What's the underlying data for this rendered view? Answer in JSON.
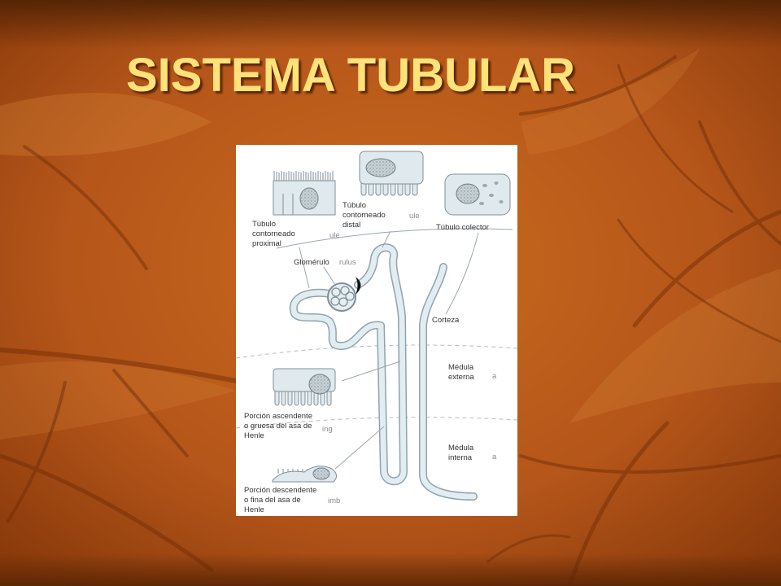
{
  "slide": {
    "title": "SISTEMA TUBULAR"
  },
  "diagram": {
    "labels": {
      "proximal": [
        "Túbulo",
        "contorneado",
        "proximal"
      ],
      "distal": [
        "Túbulo",
        "contorneado",
        "distal"
      ],
      "collector": "Túbulo colector",
      "glomerulus": "Glomérulo",
      "cortex": "Corteza",
      "outer_medulla": [
        "Médula",
        "externa"
      ],
      "inner_medulla": [
        "Médula",
        "interna"
      ],
      "thick_ascending": [
        "Porción ascendente",
        "o gruesa del asa de",
        "Henle"
      ],
      "thin_descending": [
        "Porción descendente",
        "o fina del asa de",
        "Henle"
      ]
    },
    "fragments": {
      "ule_1": "ule",
      "ule_2": "ule",
      "rulus": "rulus",
      "a_1": "a",
      "a_2": "a",
      "ing": "ing",
      "imb": "imb"
    }
  },
  "colors": {
    "title": "#ffe27a",
    "background": "#b85c16",
    "panel": "#ffffff",
    "tubule": "#e2edf2"
  }
}
